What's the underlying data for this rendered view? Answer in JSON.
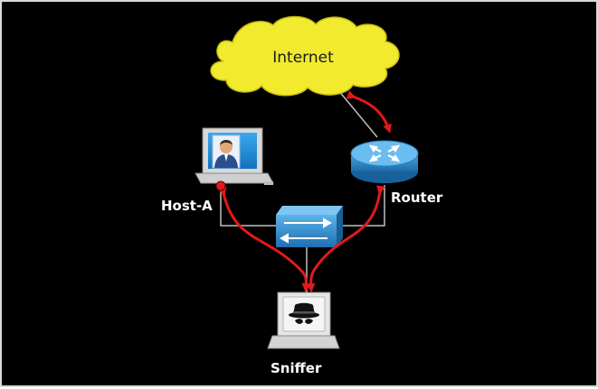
{
  "labels": {
    "internet": "Internet",
    "router": "Router",
    "host_a": "Host-A",
    "sniffer": "Sniffer"
  },
  "colors": {
    "background": "#000000",
    "cloud": "#f2ea2e",
    "link": "#bfbfbf",
    "arrow": "#e01a1a",
    "device_blue": "#2f86c8",
    "host_screen": "#1e8fd6"
  },
  "icons": {
    "cloud": "internet-cloud-icon",
    "router": "router-icon",
    "switch": "switch-icon",
    "host": "workstation-user-icon",
    "sniffer": "workstation-spy-icon"
  }
}
